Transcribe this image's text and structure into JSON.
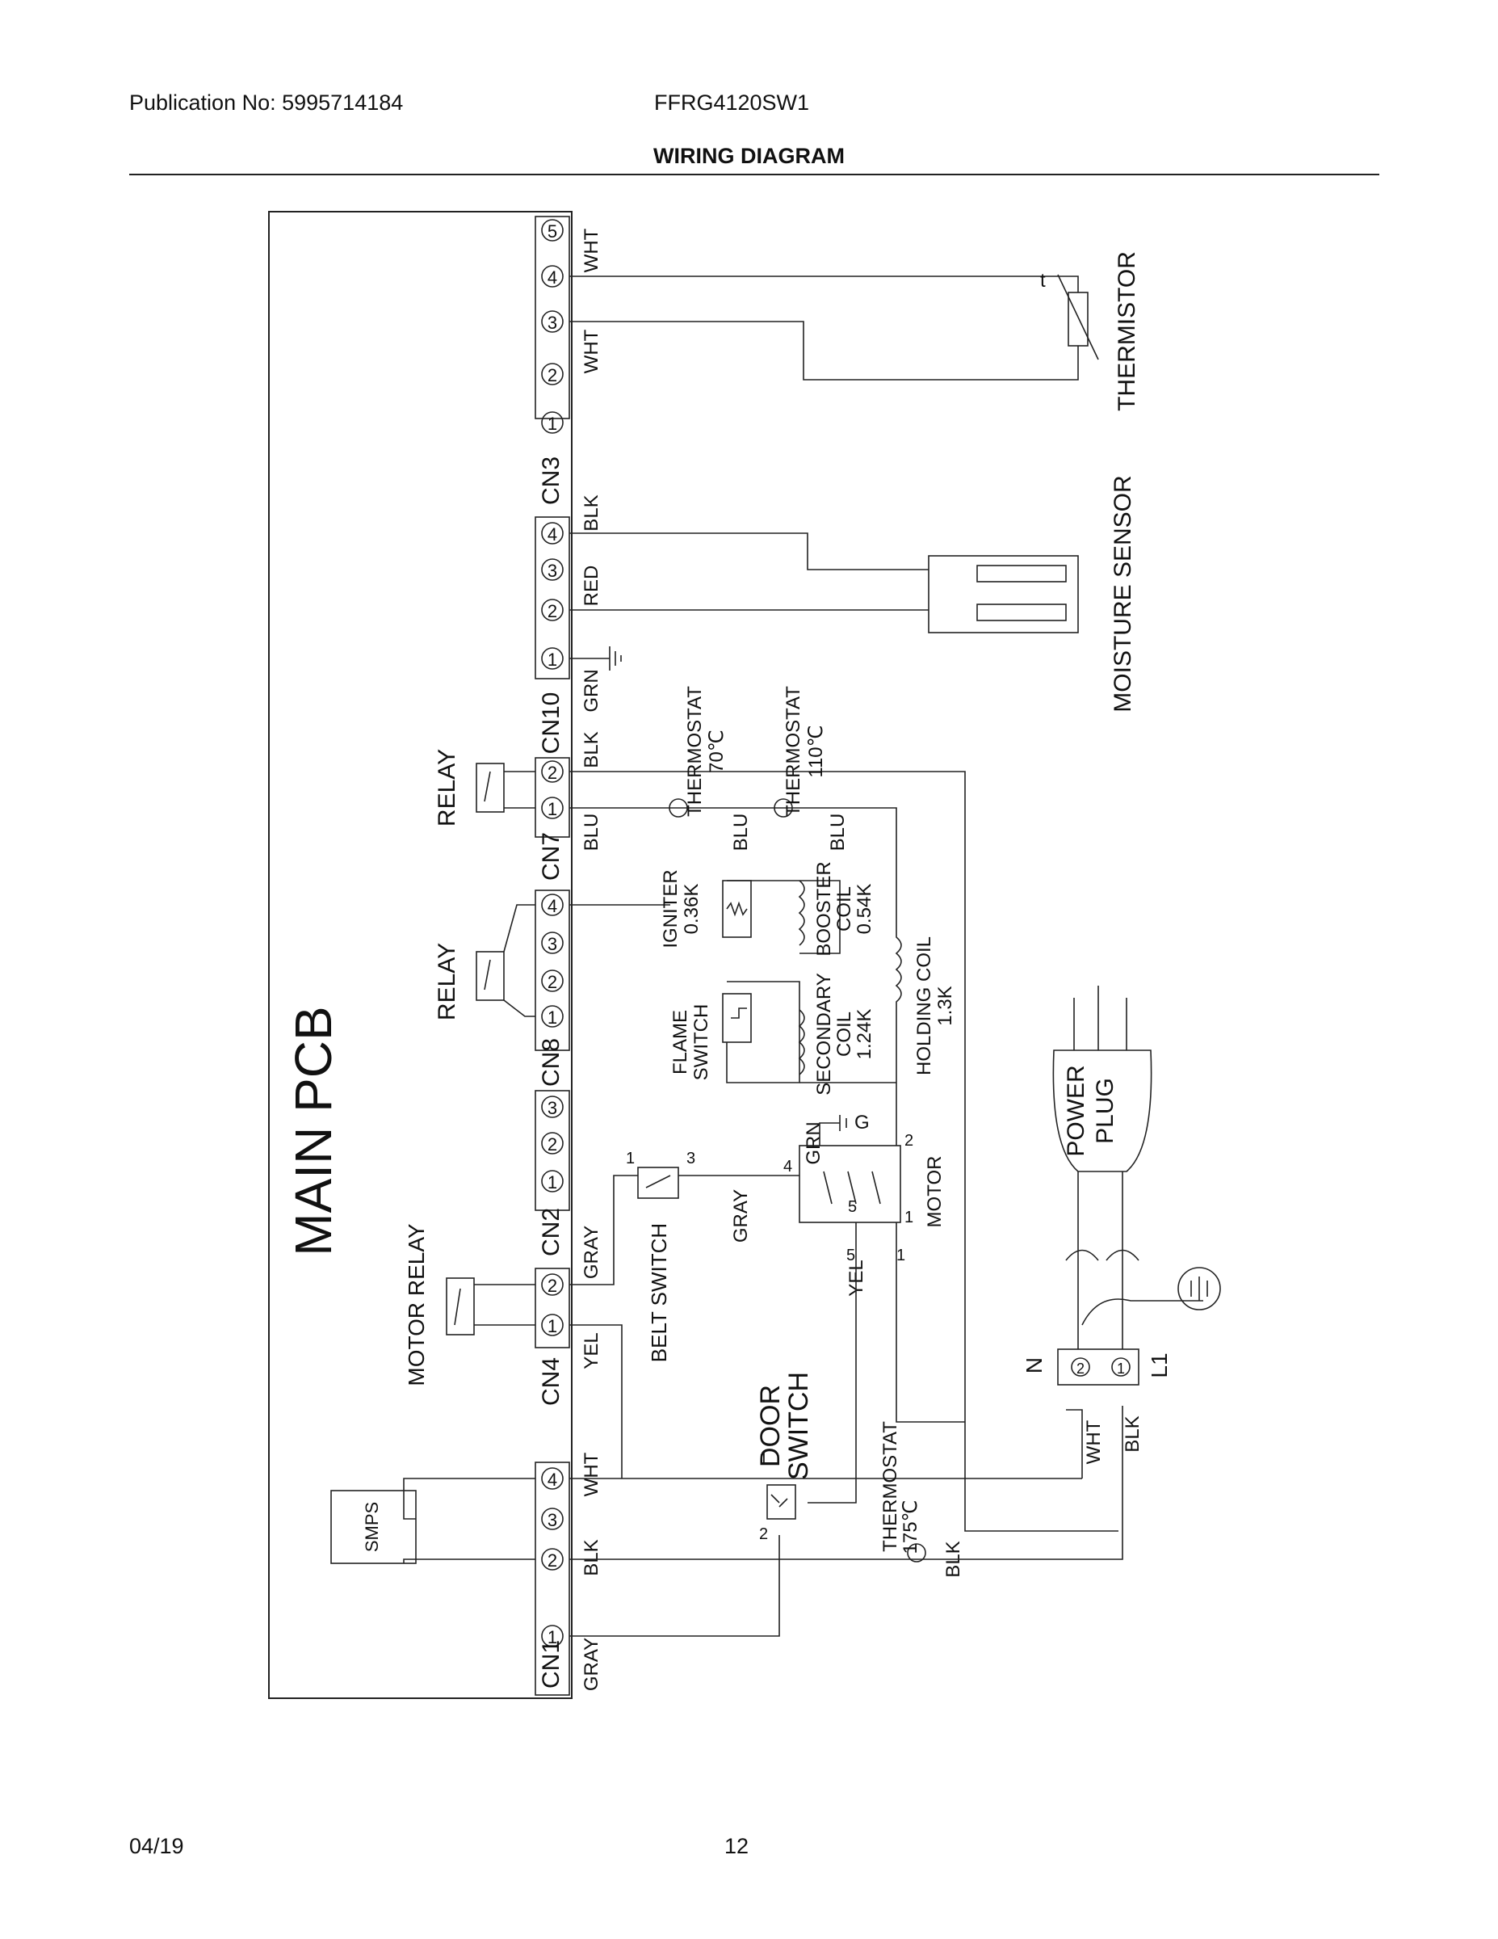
{
  "header": {
    "publication": "Publication No: 5995714184",
    "model": "FFRG4120SW1",
    "title": "WIRING DIAGRAM"
  },
  "footer": {
    "date": "04/19",
    "page": "12"
  },
  "pcb": {
    "label": "MAIN PCB"
  },
  "connectors": {
    "cn3": "CN3",
    "cn10": "CN10",
    "cn7": "CN7",
    "cn8": "CN8",
    "cn2": "CN2",
    "cn4": "CN4",
    "cn1": "CN1"
  },
  "wires": {
    "wht": "WHT",
    "blk": "BLK",
    "red": "RED",
    "grn": "GRN",
    "blu": "BLU",
    "gray": "GRAY",
    "yel": "YEL"
  },
  "components": {
    "thermistor": "THERMISTOR",
    "thermistor_symbol": "t",
    "moisture_sensor": "MOISTURE SENSOR",
    "relay": "RELAY",
    "motor_relay": "MOTOR RELAY",
    "smps": "SMPS",
    "thermostat": "THERMOSTAT",
    "thermostat_70": "70℃",
    "thermostat_110": "110℃",
    "thermostat_175": "175℃",
    "igniter": "IGNITER",
    "igniter_value": "0.36K",
    "booster_coil": "BOOSTER",
    "booster_coil_2": "COIL",
    "booster_value": "0.54K",
    "holding_coil": "HOLDING COIL",
    "holding_value": "1.3K",
    "flame_switch": "FLAME",
    "flame_switch_2": "SWITCH",
    "secondary_coil": "SECONDARY",
    "secondary_coil_2": "COIL",
    "secondary_value": "1.24K",
    "belt_switch": "BELT SWITCH",
    "door_switch": "DOOR",
    "door_switch_2": "SWITCH",
    "motor": "MOTOR",
    "motor_ground": "G",
    "power_plug": "POWER",
    "power_plug_2": "PLUG",
    "neutral": "N",
    "line": "L1"
  }
}
